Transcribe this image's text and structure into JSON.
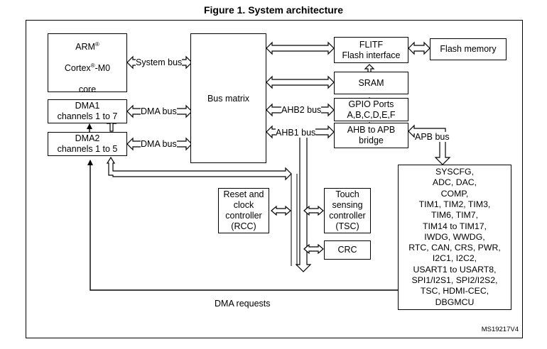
{
  "figure_title": "Figure 1. System architecture",
  "blocks": {
    "cpu": {
      "line1": "ARM",
      "sup1": "®",
      "line2a": "Cortex",
      "sup2": "®",
      "line2b": "-M0",
      "line3": "core"
    },
    "dma1": "DMA1\nchannels 1 to 7",
    "dma2": "DMA2\nchannels 1 to 5",
    "bus_matrix": "Bus matrix",
    "flitf": "FLITF\nFlash interface",
    "flash_memory": "Flash memory",
    "sram": "SRAM",
    "gpio": "GPIO Ports\nA,B,C,D,E,F",
    "ahb_apb_bridge": "AHB to APB\nbridge",
    "rcc": "Reset and\nclock\ncontroller\n(RCC)",
    "tsc": "Touch\nsensing\ncontroller\n(TSC)",
    "crc": "CRC",
    "apb_peripherals": "SYSCFG,\nADC, DAC,\nCOMP,\nTIM1, TIM2, TIM3,\nTIM6, TIM7,\nTIM14 to TIM17,\nIWDG, WWDG,\nRTC, CAN, CRS, PWR,\nI2C1, I2C2,\nUSART1 to USART8,\nSPI1/I2S1, SPI2/I2S2,\nTSC, HDMI-CEC,\nDBGMCU"
  },
  "bus_labels": {
    "system_bus": "System bus",
    "dma_bus_1": "DMA bus",
    "dma_bus_2": "DMA bus",
    "ahb2_bus": "AHB2 bus",
    "ahb1_bus": "AHB1 bus",
    "apb_bus": "APB bus",
    "dma_requests": "DMA requests"
  },
  "figure_code": "MS19217V4"
}
